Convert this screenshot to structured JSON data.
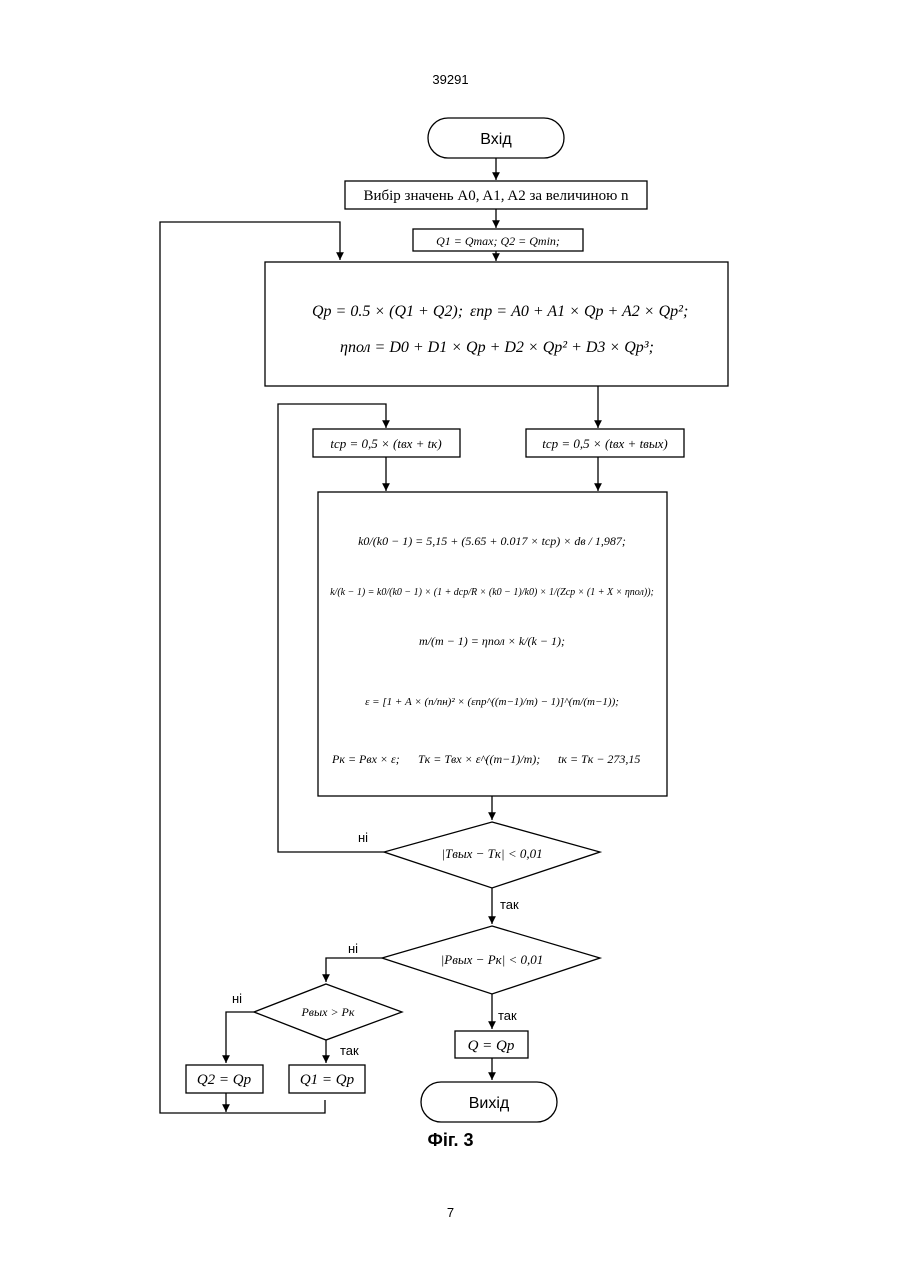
{
  "page": {
    "header_number": "39291",
    "footer_number": "7",
    "figure_caption": "Фіг. 3"
  },
  "flowchart": {
    "start": "Вхід",
    "end": "Вихід",
    "select_step": "Вибір значень A0, A1, A2 за величиною n",
    "init_step": "Q1 = Qmax;      Q2 = Qmin;",
    "calc_block": {
      "line1a": "Qp = 0.5 × (Q1 + Q2);",
      "line1b": "εпр = A0 + A1 × Qp + A2 × Qp²;",
      "line2": "ηпол = D0 + D1 × Qp + D2 × Qp² + D3 × Qp³;"
    },
    "tcp_left": "tср = 0,5 × (tвх + tк)",
    "tcp_right": "tср = 0,5 × (tвх + tвых)",
    "main_block": {
      "eq1": "k0/(k0 − 1) = 5,15 + (5.65 + 0.017 × tср) × dв / 1,987;",
      "eq2": "k/(k − 1) = k0/(k0 − 1) × (1 + dср/R × (k0 − 1)/k0) × 1/(Zср × (1 + X × ηпол));",
      "eq3": "m/(m − 1) = ηпол × k/(k − 1);",
      "eq4": "ε = [1 + A × (n/nн)² × (εпр^((m−1)/m) − 1)]^(m/(m−1));",
      "eq5a": "Pк = Pвх × ε;",
      "eq5b": "Tк = Tвх × ε^((m−1)/m);",
      "eq5c": "tк = Tк − 273,15"
    },
    "decision1": "|Tвых − Tк| < 0,01",
    "decision2": "|Pвых − Pк| < 0,01",
    "decision3": "Pвых > Pк",
    "assign_q2": "Q2 = Qp",
    "assign_q1": "Q1 = Qp",
    "assign_q": "Q = Qp",
    "labels": {
      "no1": "ні",
      "yes1": "так",
      "no2": "ні",
      "yes2": "так",
      "no3": "ні",
      "yes3": "так"
    }
  }
}
